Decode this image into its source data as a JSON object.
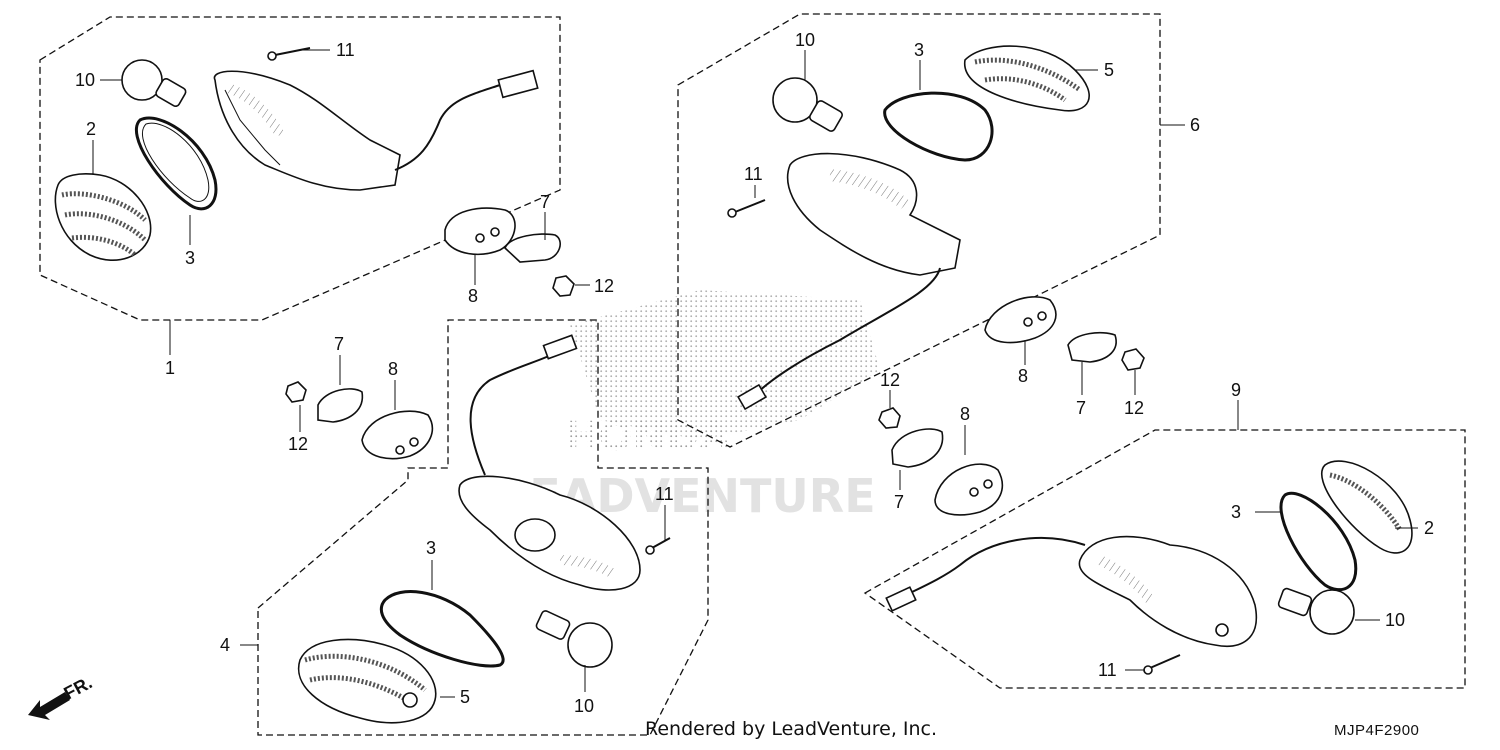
{
  "watermark": {
    "brand": "HONDA",
    "dealer": "LEADVENTURE"
  },
  "front_indicator": "FR.",
  "footer": {
    "rendered_by": "Rendered by LeadVenture, Inc.",
    "diagram_code": "MJP4F2900"
  },
  "callouts": {
    "tl_11": "11",
    "tl_10": "10",
    "tl_2": "2",
    "tl_3": "3",
    "tl_7": "7",
    "tl_8": "8",
    "tl_12": "12",
    "tl_1": "1",
    "tr_10": "10",
    "tr_3": "3",
    "tr_5": "5",
    "tr_6": "6",
    "tr_11": "11",
    "tr_8": "8",
    "tr_7": "7",
    "tr_12": "12",
    "ml_7": "7",
    "ml_8": "8",
    "ml_12": "12",
    "bl_11": "11",
    "bl_3": "3",
    "bl_4": "4",
    "bl_5": "5",
    "bl_10": "10",
    "mr_12": "12",
    "mr_8": "8",
    "mr_7": "7",
    "br_9": "9",
    "br_3": "3",
    "br_2": "2",
    "br_10": "10",
    "br_11": "11"
  }
}
